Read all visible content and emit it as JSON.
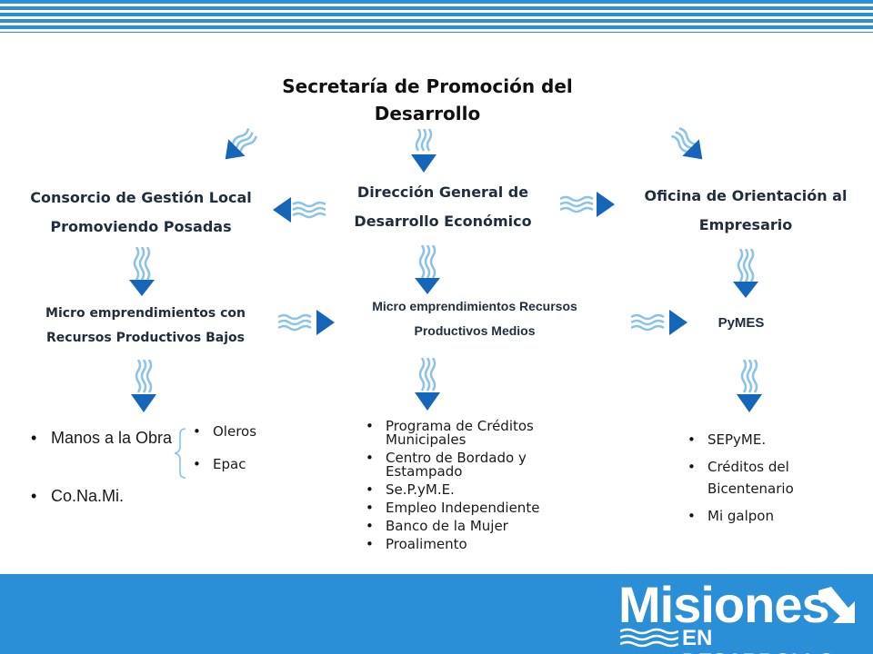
{
  "title": "Secretaría de Promoción del Desarrollo",
  "nodes": {
    "left": "Consorcio de Gestión Local Promoviendo Posadas",
    "center": "Dirección General de Desarrollo Económico",
    "right": "Oficina de Orientación al Empresario",
    "micro_low": "Micro emprendimientos con Recursos Productivos Bajos",
    "micro_mid": "Micro emprendimientos Recursos Productivos Medios",
    "pymes": "PyMES"
  },
  "lists": {
    "left_main": [
      "Manos a la Obra",
      "Co.Na.Mi."
    ],
    "left_sub": [
      "Oleros",
      "Epac"
    ],
    "center": [
      "Programa de Créditos Municipales",
      "Centro de Bordado y Estampado",
      "Se.P.yM.E.",
      "Empleo Independiente",
      "Banco de la Mujer",
      "Proalimento"
    ],
    "right": [
      "SEPyME.",
      "Créditos del Bicentenario",
      "Mi galpon"
    ]
  },
  "logo": {
    "main": "Misiones",
    "sub": "EN DESARROLLO",
    "icon": "arrow-logo-icon"
  },
  "colors": {
    "accent": "#2a8fd6",
    "arrow_dark": "#1565b8",
    "arrow_light": "#8cc2ea"
  },
  "icons": [
    "wavy-arrow-icon"
  ]
}
